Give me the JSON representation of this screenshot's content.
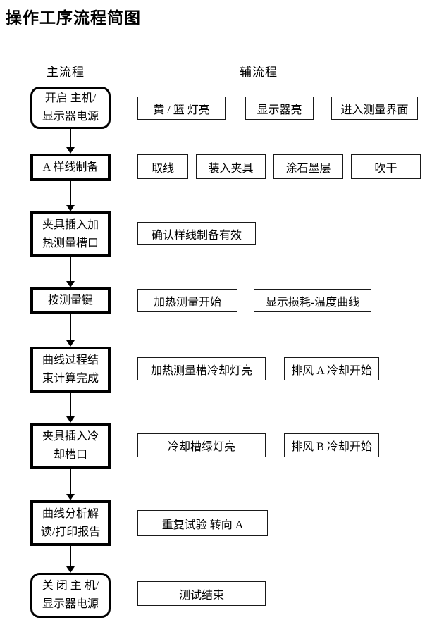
{
  "title": "操作工序流程简图",
  "headers": {
    "main": "主流程",
    "aux": "辅流程"
  },
  "rows": [
    {
      "main": "开启 主机/\n显示器电源",
      "aux": [
        "黄 / 篮 灯亮",
        "显示器亮",
        "进入测量界面"
      ]
    },
    {
      "main": "A 样线制备",
      "aux": [
        "取线",
        "装入夹具",
        "涂石墨层",
        "吹干"
      ]
    },
    {
      "main": "夹具插入加\n热测量槽口",
      "aux": [
        "确认样线制备有效"
      ]
    },
    {
      "main": "按测量键",
      "aux": [
        "加热测量开始",
        "显示损耗-温度曲线"
      ]
    },
    {
      "main": "曲线过程结\n束计算完成",
      "aux": [
        "加热测量槽冷却灯亮",
        "排风 A 冷却开始"
      ]
    },
    {
      "main": "夹具插入冷\n却槽口",
      "aux": [
        "冷却槽绿灯亮",
        "排风 B 冷却开始"
      ]
    },
    {
      "main": "曲线分析解\n读/打印报告",
      "aux": [
        "重复试验 转向 A"
      ]
    },
    {
      "main": "关 闭 主 机/\n显示器电源",
      "aux": [
        "测试结束"
      ]
    }
  ]
}
